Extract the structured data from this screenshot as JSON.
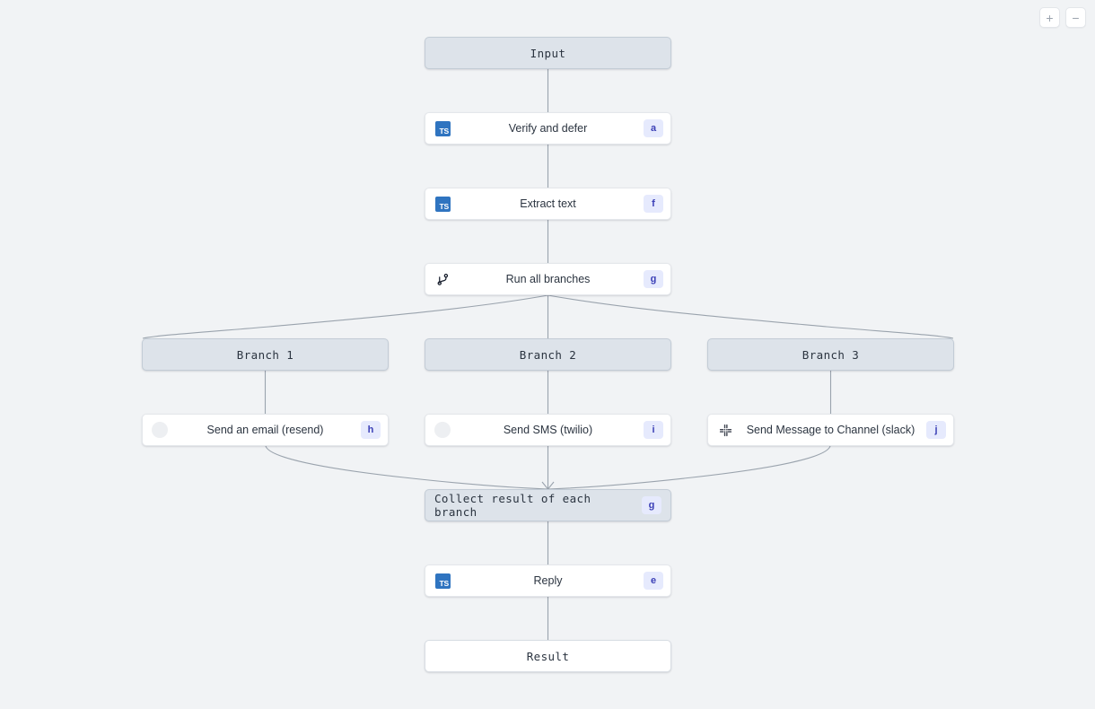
{
  "canvas": {
    "background": "#f1f3f5",
    "edge_color": "#9aa3ad"
  },
  "zoom_controls": {
    "zoom_in_label": "+",
    "zoom_in_icon": "plus-icon",
    "zoom_out_label": "−",
    "zoom_out_icon": "minus-icon"
  },
  "theme": {
    "node_white": "#ffffff",
    "node_gray": "#dde3ea",
    "badge_bg": "#e6eafd",
    "badge_fg": "#3b3fb6",
    "ts_icon_bg": "#2f74c0"
  },
  "nodes": {
    "input": {
      "label": "Input",
      "type": "terminal",
      "style": "gray",
      "font": "mono"
    },
    "verify": {
      "label": "Verify and defer",
      "type": "step",
      "icon": "typescript-icon",
      "badge": "a"
    },
    "extract": {
      "label": "Extract text",
      "type": "step",
      "icon": "typescript-icon",
      "badge": "f"
    },
    "run_branches": {
      "label": "Run all branches",
      "type": "step",
      "icon": "git-branch-icon",
      "badge": "g"
    },
    "branch1": {
      "label": "Branch 1",
      "type": "branch",
      "style": "gray",
      "font": "mono"
    },
    "branch2": {
      "label": "Branch 2",
      "type": "branch",
      "style": "gray",
      "font": "mono"
    },
    "branch3": {
      "label": "Branch 3",
      "type": "branch",
      "style": "gray",
      "font": "mono"
    },
    "email": {
      "label": "Send an email (resend)",
      "type": "step",
      "icon": "resend-icon",
      "badge": "h"
    },
    "sms": {
      "label": "Send SMS (twilio)",
      "type": "step",
      "icon": "twilio-icon",
      "badge": "i"
    },
    "slack": {
      "label": "Send Message to Channel (slack)",
      "type": "step",
      "icon": "slack-icon",
      "badge": "j"
    },
    "collect": {
      "label": "Collect result of each branch",
      "type": "collect",
      "style": "gray",
      "font": "mono",
      "badge": "g"
    },
    "reply": {
      "label": "Reply",
      "type": "step",
      "icon": "typescript-icon",
      "badge": "e"
    },
    "result": {
      "label": "Result",
      "type": "terminal",
      "style": "white",
      "font": "mono"
    }
  }
}
